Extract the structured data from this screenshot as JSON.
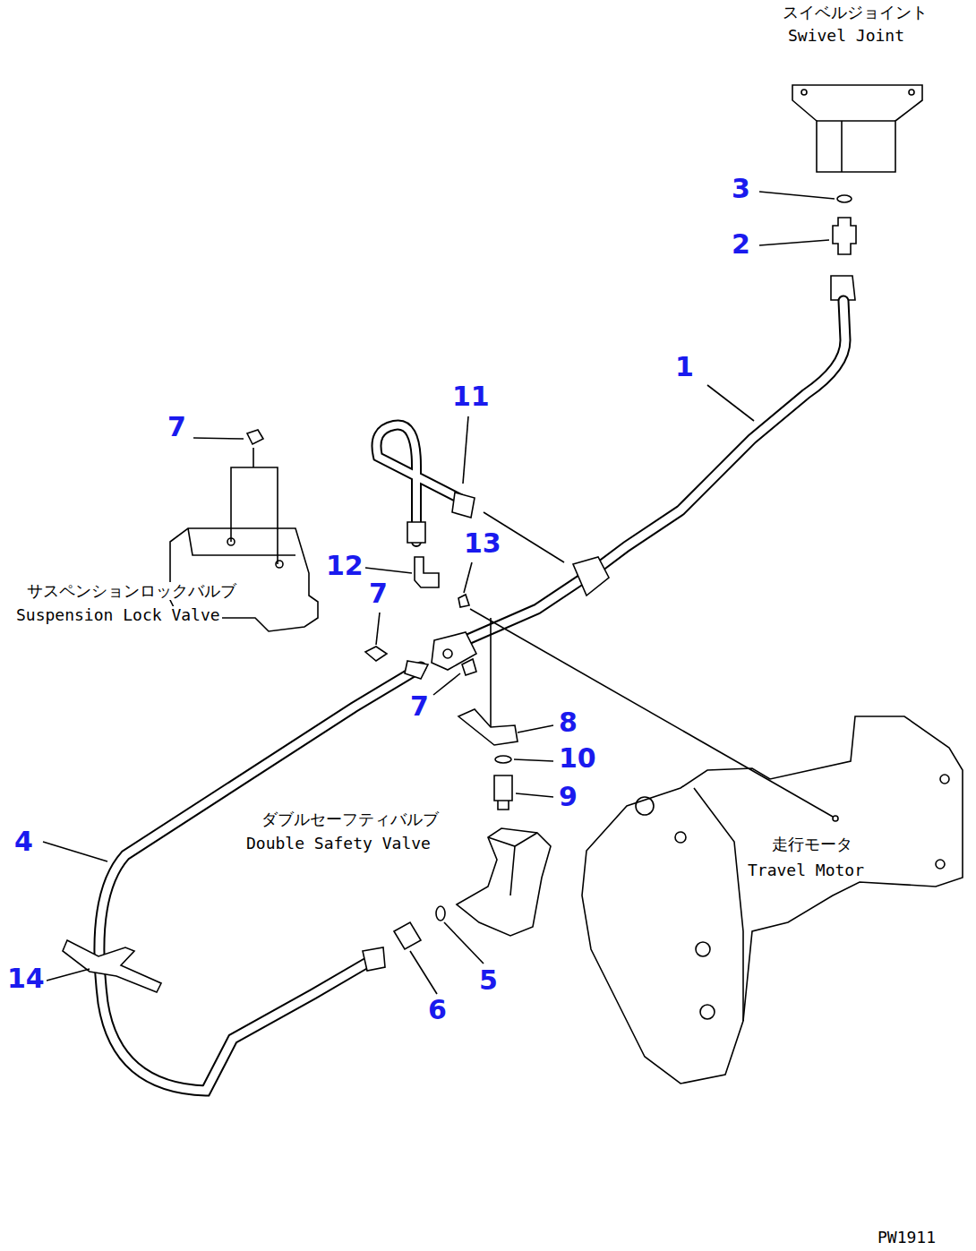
{
  "diagram": {
    "labels": [
      "スイベルジョイント",
      "Swivel Joint",
      "3",
      "2",
      "1",
      "11",
      "7",
      "12",
      "13",
      "サスペンションロックバルブ",
      "Suspension Lock Valve",
      "7",
      "7",
      "8",
      "10",
      "9",
      "ダブルセーフティバルブ",
      "Double Safety Valve",
      "走行モータ",
      "Travel Motor",
      "4",
      "14",
      "5",
      "6",
      "PW1911"
    ]
  }
}
